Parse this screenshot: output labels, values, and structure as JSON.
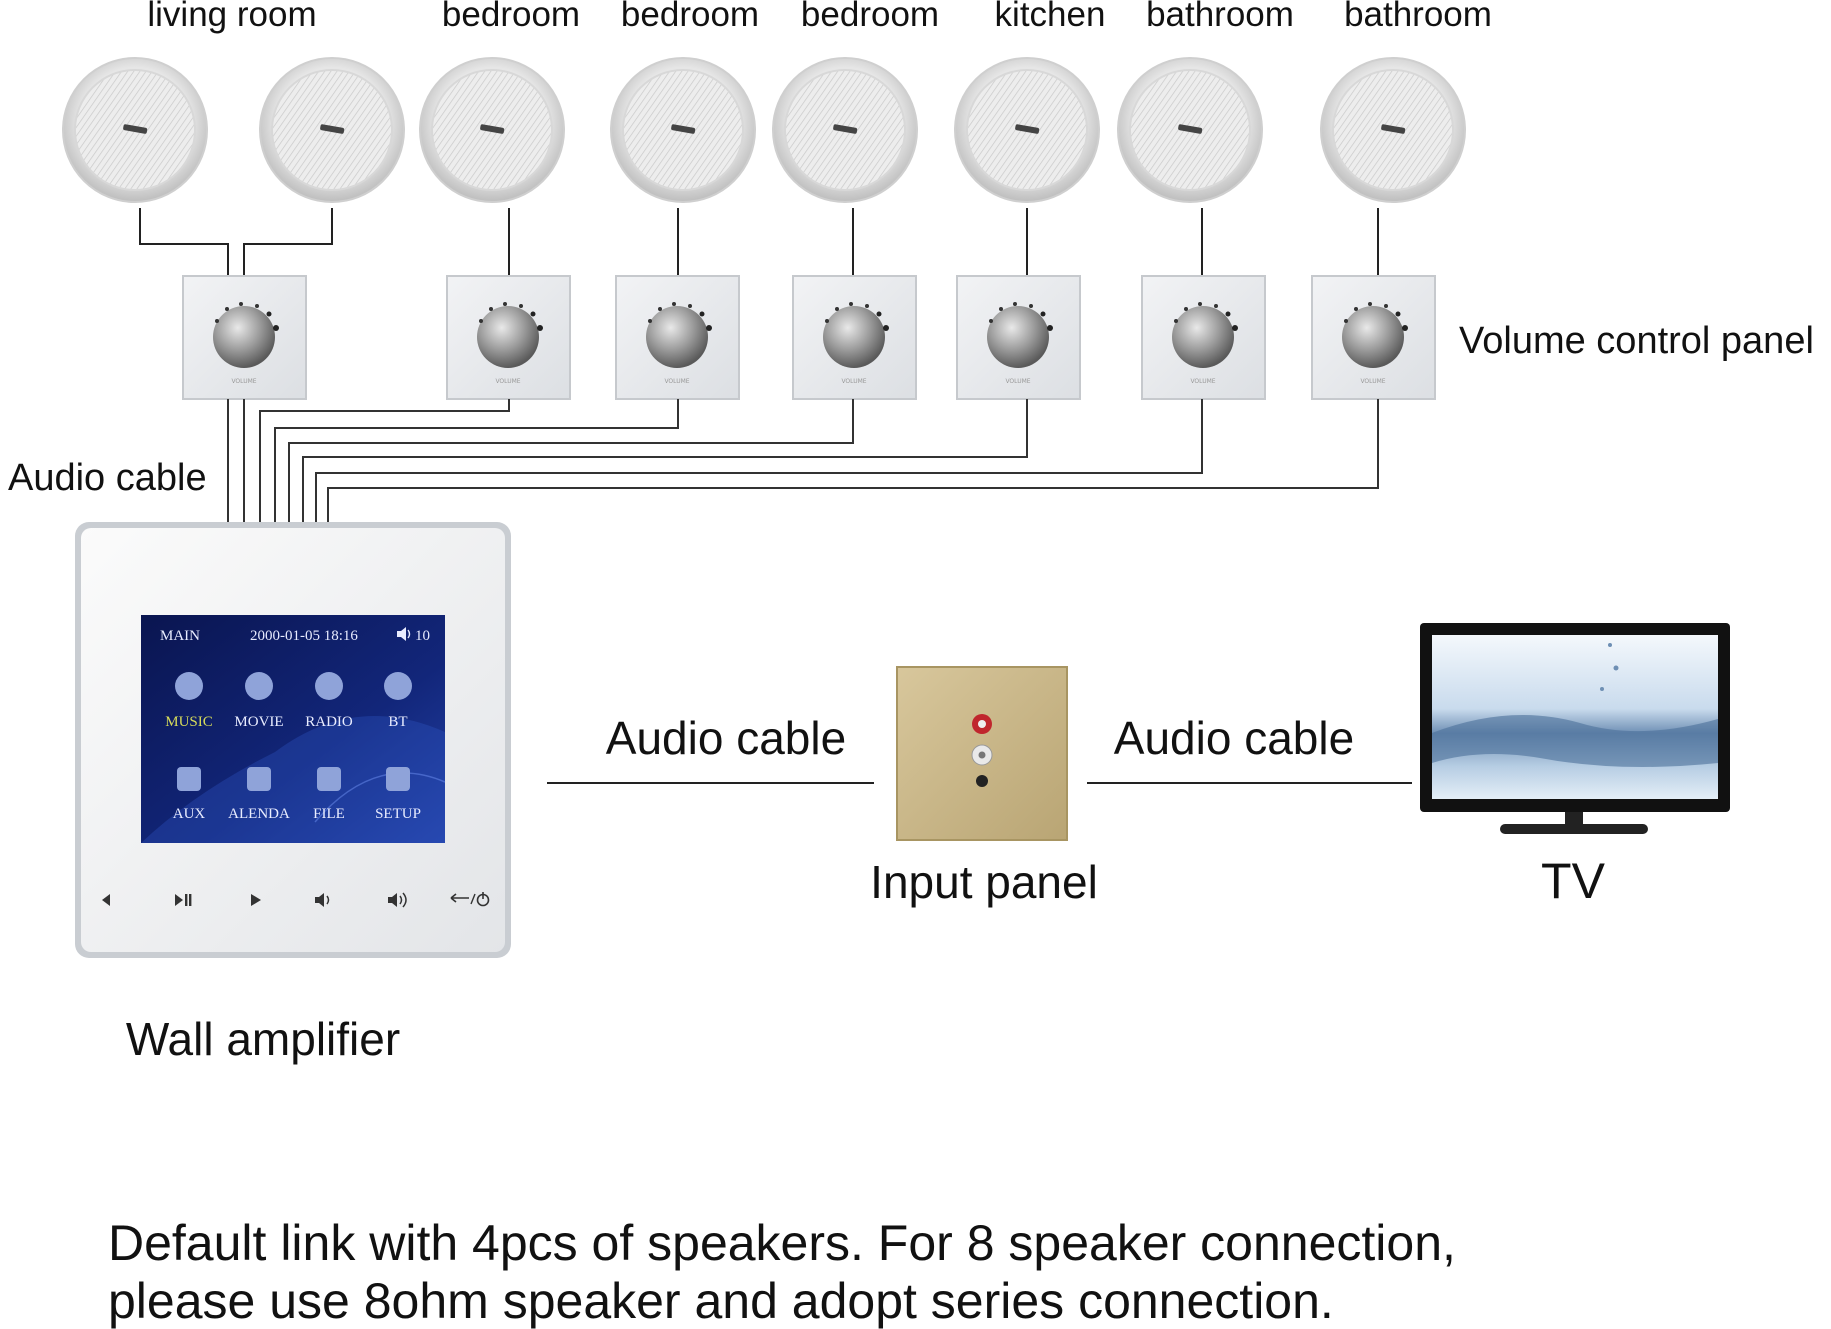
{
  "rooms": [
    "living room",
    "bedroom",
    "bedroom",
    "bedroom",
    "kitchen",
    "bathroom",
    "bathroom"
  ],
  "labels": {
    "volume_control_panel": "Volume control panel",
    "audio_cable_left": "Audio cable",
    "audio_cable_middle": "Audio cable",
    "audio_cable_right": "Audio cable",
    "input_panel": "Input panel",
    "tv": "TV",
    "wall_amplifier": "Wall amplifier"
  },
  "amplifier_screen": {
    "title": "MAIN",
    "datetime": "2000-01-05  18:16",
    "volume": "10",
    "apps_row1": [
      "MUSIC",
      "MOVIE",
      "RADIO",
      "BT"
    ],
    "apps_row2": [
      "AUX",
      "ALENDA",
      "FILE",
      "SETUP"
    ]
  },
  "amplifier_buttons": [
    "prev-icon",
    "play-pause-icon",
    "play-icon",
    "volume-down-icon",
    "volume-up-icon",
    "back-power-icon"
  ],
  "note": {
    "line1": "Default link with 4pcs of speakers. For 8 speaker connection,",
    "line2": "please use 8ohm speaker and adopt series connection."
  },
  "colors": {
    "screen_bg": "#0c1a5e",
    "music_accent": "#d7dc5a",
    "input_panel": "#cdb98a",
    "red_jack": "#c0262d"
  }
}
